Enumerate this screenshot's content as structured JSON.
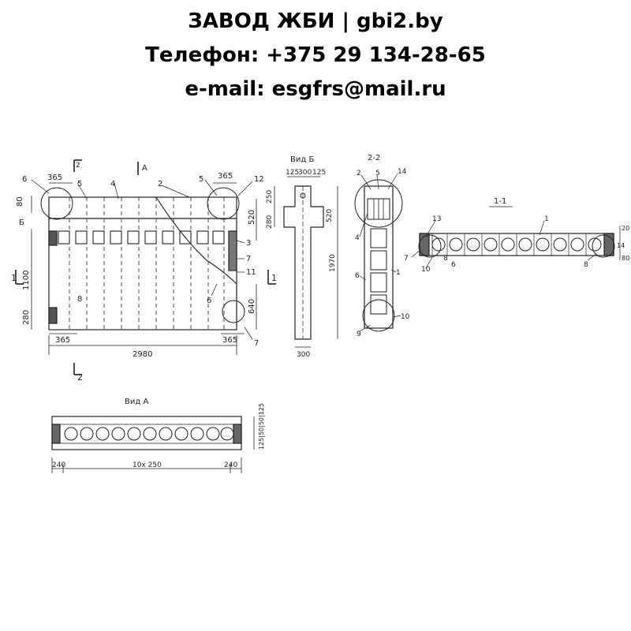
{
  "header": {
    "company": "ЗАВОД ЖБИ | gbi2.by",
    "phone": "Телефон: +375 29 134-28-65",
    "email": "e-mail: esgfrs@mail.ru"
  },
  "views": {
    "view_b_title": "Вид Б",
    "section_22_title": "2-2",
    "section_11_title": "1-1",
    "view_a_title": "Вид А"
  },
  "marks": {
    "section_1_left": "1",
    "section_1_right": "1",
    "section_2_top": "2",
    "section_2_bottom": "2",
    "view_a_arrow": "А",
    "view_b_arrow": "Б"
  },
  "main_view": {
    "dim_365_top_left": "365",
    "dim_365_top_right": "365",
    "dim_80": "80",
    "dim_520": "520",
    "dim_1100": "1100",
    "dim_280": "280",
    "dim_640": "640",
    "dim_365_bottom_left": "365",
    "dim_365_bottom_right": "365",
    "dim_2980": "2980",
    "callouts": [
      "6",
      "5",
      "4",
      "2",
      "5",
      "12",
      "3",
      "7",
      "11",
      "8",
      "6",
      "7"
    ]
  },
  "view_b": {
    "dims_top": [
      "125",
      "300",
      "125"
    ],
    "dim_280": "280",
    "dim_250": "250",
    "dim_520": "520",
    "dim_1970": "1970",
    "dim_300": "300"
  },
  "section_22": {
    "callouts": [
      "2",
      "5",
      "14",
      "4",
      "6",
      "1",
      "9",
      "10"
    ]
  },
  "section_11": {
    "callouts": [
      "13",
      "1",
      "7",
      "8",
      "6",
      "8",
      "10"
    ],
    "dims_right": [
      "20",
      "14",
      "80"
    ]
  },
  "view_a": {
    "dim_240_left": "240",
    "dim_middle": "10х 250",
    "dim_240_right": "240",
    "dims_right": "125|50|50|125"
  }
}
